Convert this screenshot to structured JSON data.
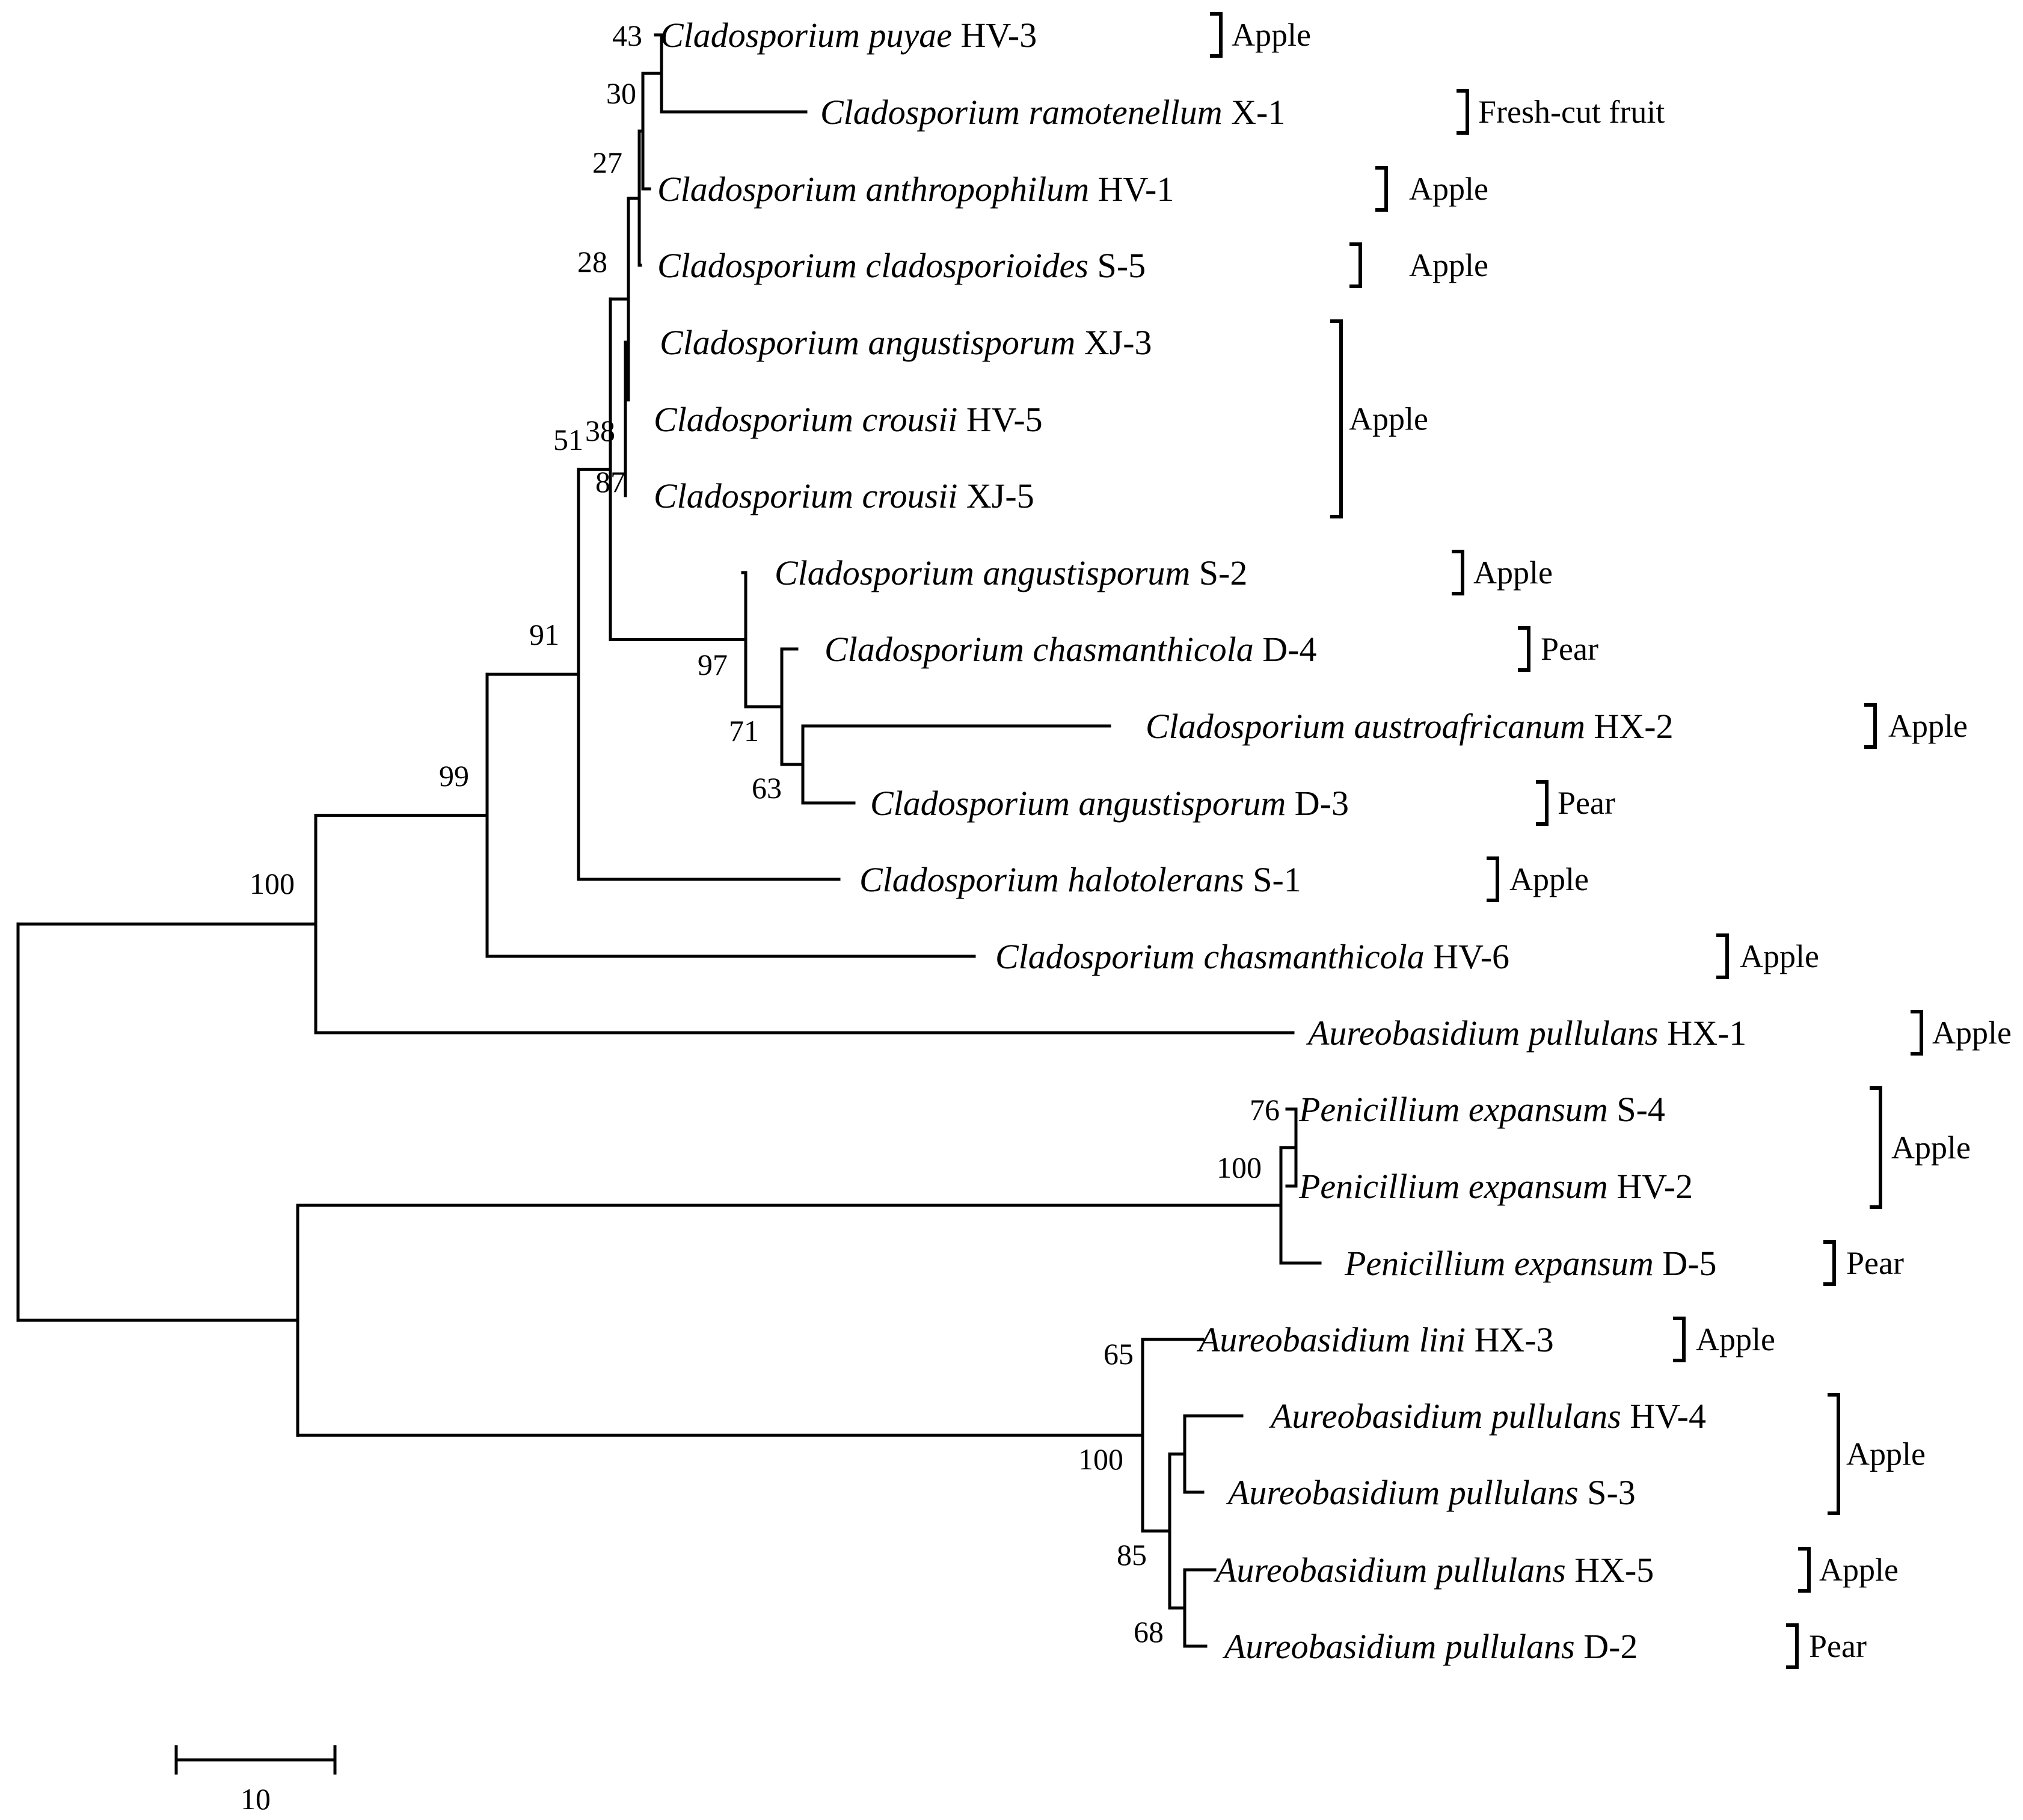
{
  "tree": {
    "tips": [
      {
        "genus": "Cladosporium",
        "species": "puyae",
        "strain": "HV-3"
      },
      {
        "genus": "Cladosporium",
        "species": "ramotenellum",
        "strain": "X-1"
      },
      {
        "genus": "Cladosporium",
        "species": "anthropophilum",
        "strain": "HV-1"
      },
      {
        "genus": "Cladosporium",
        "species": "cladosporioides",
        "strain": "S-5"
      },
      {
        "genus": "Cladosporium",
        "species": "angustisporum",
        "strain": "XJ-3"
      },
      {
        "genus": "Cladosporium",
        "species": "crousii",
        "strain": "HV-5"
      },
      {
        "genus": "Cladosporium",
        "species": "crousii",
        "strain": "XJ-5"
      },
      {
        "genus": "Cladosporium",
        "species": "angustisporum",
        "strain": "S-2"
      },
      {
        "genus": "Cladosporium",
        "species": "chasmanthicola",
        "strain": "D-4"
      },
      {
        "genus": "Cladosporium",
        "species": "austroafricanum",
        "strain": "HX-2"
      },
      {
        "genus": "Cladosporium",
        "species": "angustisporum",
        "strain": "D-3"
      },
      {
        "genus": "Cladosporium",
        "species": "halotolerans",
        "strain": "S-1"
      },
      {
        "genus": "Cladosporium",
        "species": "chasmanthicola",
        "strain": "HV-6"
      },
      {
        "genus": "Aureobasidium",
        "species": "pullulans",
        "strain": "HX-1"
      },
      {
        "genus": "Penicillium",
        "species": "expansum",
        "strain": "S-4"
      },
      {
        "genus": "Penicillium",
        "species": "expansum",
        "strain": "HV-2"
      },
      {
        "genus": "Penicillium",
        "species": "expansum",
        "strain": "D-5"
      },
      {
        "genus": "Aureobasidium",
        "species": "lini",
        "strain": "HX-3"
      },
      {
        "genus": "Aureobasidium",
        "species": "pullulans",
        "strain": "HV-4"
      },
      {
        "genus": "Aureobasidium",
        "species": "pullulans",
        "strain": "S-3"
      },
      {
        "genus": "Aureobasidium",
        "species": "pullulans",
        "strain": "HX-5"
      },
      {
        "genus": "Aureobasidium",
        "species": "pullulans",
        "strain": "D-2"
      }
    ],
    "host_groups": [
      {
        "label": "Apple",
        "tips": [
          0
        ]
      },
      {
        "label": "Fresh-cut fruit",
        "tips": [
          1
        ]
      },
      {
        "label": "Apple",
        "tips": [
          2
        ]
      },
      {
        "label": "Apple",
        "tips": [
          3
        ]
      },
      {
        "label": "Apple",
        "tips": [
          4,
          5,
          6
        ]
      },
      {
        "label": "Apple",
        "tips": [
          7
        ]
      },
      {
        "label": "Pear",
        "tips": [
          8
        ]
      },
      {
        "label": "Apple",
        "tips": [
          9
        ]
      },
      {
        "label": "Pear",
        "tips": [
          10
        ]
      },
      {
        "label": "Apple",
        "tips": [
          11
        ]
      },
      {
        "label": "Apple",
        "tips": [
          12
        ]
      },
      {
        "label": "Apple",
        "tips": [
          13
        ]
      },
      {
        "label": "Apple",
        "tips": [
          14,
          15
        ]
      },
      {
        "label": "Pear",
        "tips": [
          16
        ]
      },
      {
        "label": "Apple",
        "tips": [
          17
        ]
      },
      {
        "label": "Apple",
        "tips": [
          18,
          19
        ]
      },
      {
        "label": "Apple",
        "tips": [
          20
        ]
      },
      {
        "label": "Pear",
        "tips": [
          21
        ]
      }
    ],
    "bootstrap_values": [
      "43",
      "30",
      "27",
      "28",
      "38",
      "51",
      "87",
      "91",
      "97",
      "71",
      "63",
      "99",
      "100",
      "76",
      "100",
      "65",
      "100",
      "85",
      "68"
    ],
    "scale_bar": {
      "label": "10"
    }
  }
}
